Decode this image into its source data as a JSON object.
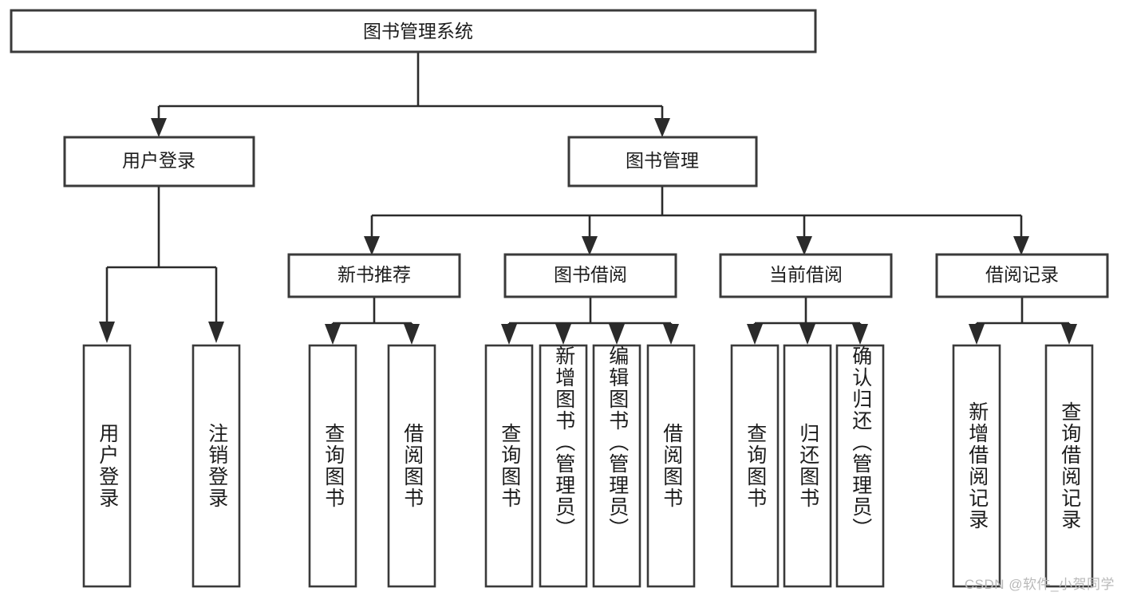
{
  "diagram": {
    "type": "tree",
    "title": "图书管理系统",
    "root": {
      "id": "root",
      "label": "图书管理系统"
    },
    "level1": [
      {
        "id": "user-login",
        "label": "用户登录"
      },
      {
        "id": "book-management",
        "label": "图书管理"
      }
    ],
    "level2": [
      {
        "id": "new-book-recommend",
        "label": "新书推荐",
        "parent": "book-management"
      },
      {
        "id": "book-borrow",
        "label": "图书借阅",
        "parent": "book-management"
      },
      {
        "id": "current-borrow",
        "label": "当前借阅",
        "parent": "book-management"
      },
      {
        "id": "borrow-record",
        "label": "借阅记录",
        "parent": "book-management"
      }
    ],
    "leaves": {
      "user-login": [
        {
          "id": "leaf-user-login",
          "label": "用户登录"
        },
        {
          "id": "leaf-user-logout",
          "label": "注销登录"
        }
      ],
      "new-book-recommend": [
        {
          "id": "leaf-query-book-1",
          "label": "查询图书"
        },
        {
          "id": "leaf-borrow-book-1",
          "label": "借阅图书"
        }
      ],
      "book-borrow": [
        {
          "id": "leaf-query-book-2",
          "label": "查询图书"
        },
        {
          "id": "leaf-add-book",
          "label": "新增图书（管理员）"
        },
        {
          "id": "leaf-edit-book",
          "label": "编辑图书（管理员）"
        },
        {
          "id": "leaf-borrow-book-2",
          "label": "借阅图书"
        }
      ],
      "current-borrow": [
        {
          "id": "leaf-query-book-3",
          "label": "查询图书"
        },
        {
          "id": "leaf-return-book",
          "label": "归还图书"
        },
        {
          "id": "leaf-confirm-return",
          "label": "确认归还（管理员）"
        }
      ],
      "borrow-record": [
        {
          "id": "leaf-add-record",
          "label": "新增借阅记录"
        },
        {
          "id": "leaf-query-record",
          "label": "查询借阅记录"
        }
      ]
    }
  },
  "watermark": {
    "text": "CSDN @软件_小贺同学"
  },
  "colors": {
    "box_stroke": "#3a3a3a",
    "connector": "#2b2b2b",
    "text": "#1c1c1c",
    "background": "#ffffff",
    "watermark": "#b9b9b9"
  }
}
